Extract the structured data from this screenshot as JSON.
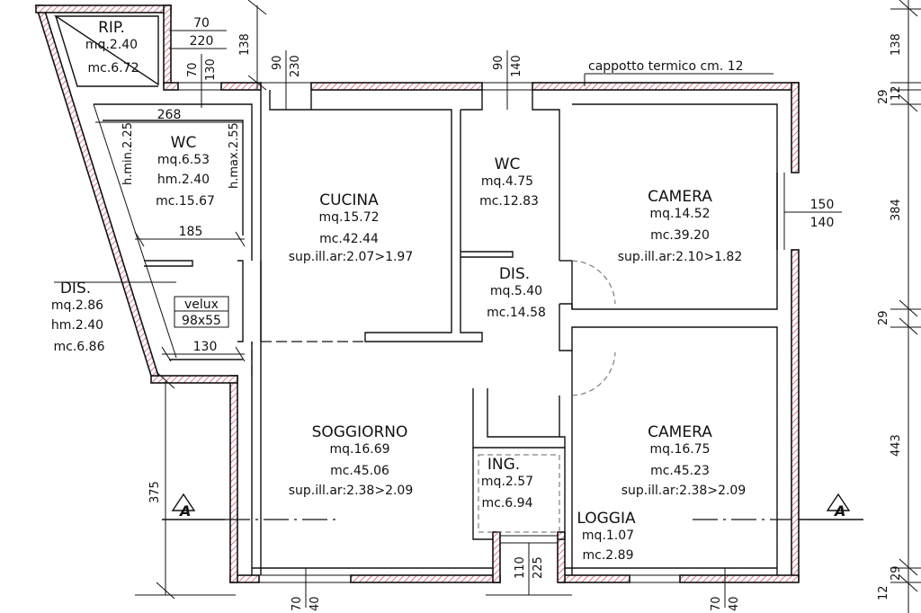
{
  "rooms": {
    "rip": {
      "name": "RIP.",
      "mq": "mq.2.40",
      "mc": "mc.6.72"
    },
    "wc1": {
      "name": "WC",
      "mq": "mq.6.53",
      "hm": "hm.2.40",
      "mc": "mc.15.67"
    },
    "dis1": {
      "name": "DIS.",
      "mq": "mq.2.86",
      "hm": "hm.2.40",
      "mc": "mc.6.86"
    },
    "cucina": {
      "name": "CUCINA",
      "mq": "mq.15.72",
      "mc": "mc.42.44",
      "sup": "sup.ill.ar:2.07>1.97"
    },
    "wc2": {
      "name": "WC",
      "mq": "mq.4.75",
      "mc": "mc.12.83"
    },
    "dis2": {
      "name": "DIS.",
      "mq": "mq.5.40",
      "mc": "mc.14.58"
    },
    "camera1": {
      "name": "CAMERA",
      "mq": "mq.14.52",
      "mc": "mc.39.20",
      "sup": "sup.ill.ar:2.10>1.82"
    },
    "soggiorno": {
      "name": "SOGGIORNO",
      "mq": "mq.16.69",
      "mc": "mc.45.06",
      "sup": "sup.ill.ar:2.38>2.09"
    },
    "ing": {
      "name": "ING.",
      "mq": "mq.2.57",
      "mc": "mc.6.94"
    },
    "camera2": {
      "name": "CAMERA",
      "mq": "mq.16.75",
      "mc": "mc.45.23",
      "sup": "sup.ill.ar:2.38>2.09"
    },
    "loggia": {
      "name": "LOGGIA",
      "mq": "mq.1.07",
      "mc": "mc.2.89"
    }
  },
  "notes": {
    "cappotto": "cappotto termico cm. 12",
    "velux1": "velux",
    "velux2": "98x55",
    "hmin": "h.min.2.25",
    "hmax": "h.max.2.55"
  },
  "dims": {
    "d70a": "70",
    "d220": "220",
    "d138a": "138",
    "d70b": "70",
    "d130a": "130",
    "d90a": "90",
    "d230": "230",
    "d90b": "90",
    "d140a": "140",
    "d268": "268",
    "d185": "185",
    "d130b": "130",
    "d150": "150",
    "d140b": "140",
    "d375": "375",
    "d110": "110",
    "d225": "225",
    "d70c": "70",
    "d40a": "40",
    "d70d": "70",
    "d40b": "40",
    "r138": "138",
    "r29a": "29",
    "r12a": "12",
    "r384": "384",
    "r29b": "29",
    "r443": "443",
    "r12b": "12",
    "r29c": "29"
  },
  "section": {
    "left": "A",
    "right": "A"
  }
}
